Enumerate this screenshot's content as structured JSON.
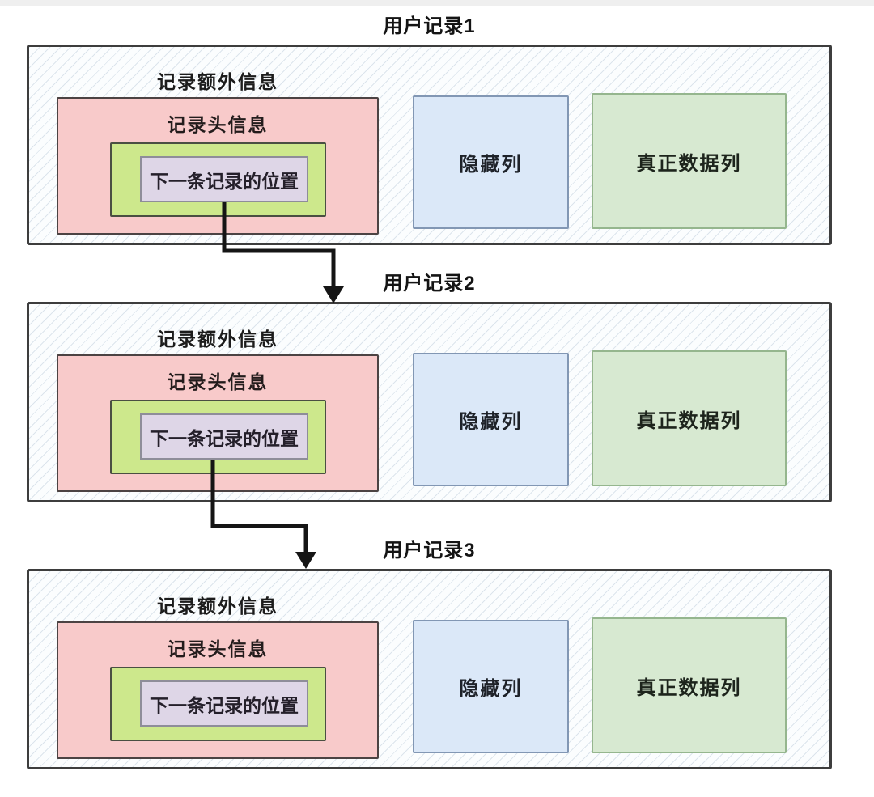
{
  "diagram": {
    "description_labels": {
      "record_prefix": "用户记录"
    },
    "records": [
      {
        "title": "用户记录1",
        "extra_label": "记录额外信息",
        "header_label": "记录头信息",
        "pointer_label": "下一条记录的位置",
        "hidden_label": "隐藏列",
        "data_label": "真正数据列"
      },
      {
        "title": "用户记录2",
        "extra_label": "记录额外信息",
        "header_label": "记录头信息",
        "pointer_label": "下一条记录的位置",
        "hidden_label": "隐藏列",
        "data_label": "真正数据列"
      },
      {
        "title": "用户记录3",
        "extra_label": "记录额外信息",
        "header_label": "记录头信息",
        "pointer_label": "下一条记录的位置",
        "hidden_label": "隐藏列",
        "data_label": "真正数据列"
      }
    ],
    "arrows": [
      {
        "from": "记录1:下一条记录的位置",
        "to": "用户记录2"
      },
      {
        "from": "记录2:下一条记录的位置",
        "to": "用户记录3"
      }
    ],
    "colors": {
      "outer_border": "#3d3d3d",
      "outer_fill": "#fbfdfe",
      "hatch_line": "#9cb0c4",
      "header_fill": "#f8caca",
      "pointer_wrap_fill": "#cde88c",
      "pointer_fill": "#ded6e7",
      "hidden_fill": "#dbe8f8",
      "data_fill": "#d7e9d1",
      "arrow": "#151515",
      "top_strip": "#efefef"
    }
  }
}
